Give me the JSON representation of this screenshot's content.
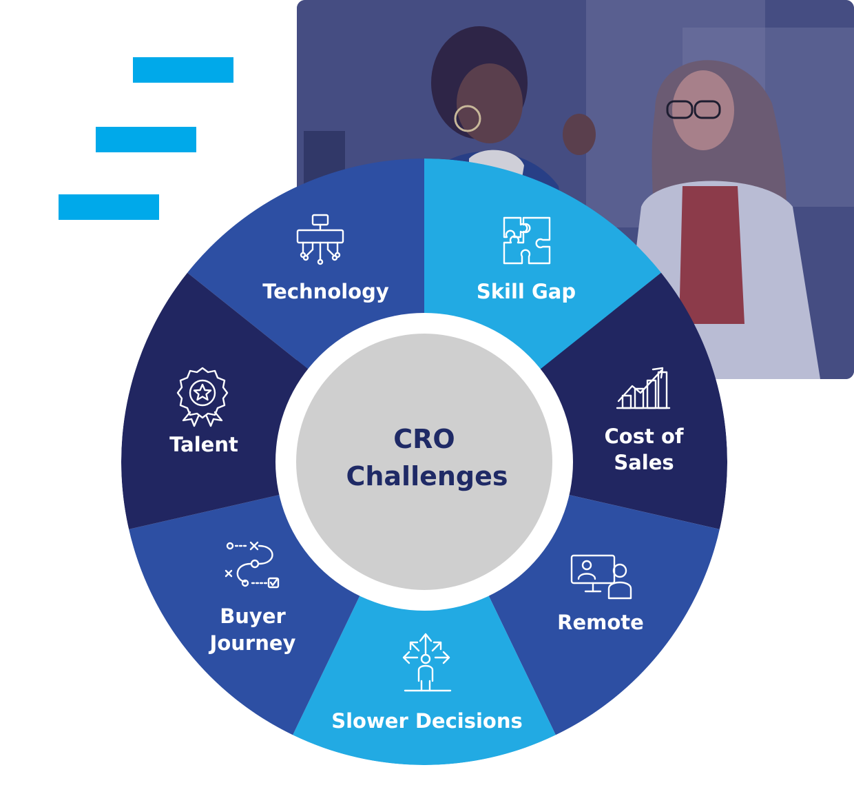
{
  "diagram": {
    "center": {
      "line1": "CRO",
      "line2": "Challenges",
      "fill": "#cfcfcf",
      "ring": "#ffffff"
    },
    "segments": [
      {
        "id": "technology",
        "lines": [
          "Technology"
        ],
        "icon": "circuit-flowchart-icon",
        "color": "#2d4fa3"
      },
      {
        "id": "skill-gap",
        "lines": [
          "Skill Gap"
        ],
        "icon": "puzzle-icon",
        "color": "#22aae3"
      },
      {
        "id": "cost-of-sales",
        "lines": [
          "Cost of",
          "Sales"
        ],
        "icon": "growth-chart-icon",
        "color": "#212661"
      },
      {
        "id": "remote",
        "lines": [
          "Remote"
        ],
        "icon": "video-call-icon",
        "color": "#2d4fa3"
      },
      {
        "id": "slower-decisions",
        "lines": [
          "Slower Decisions"
        ],
        "icon": "decision-arrows-icon",
        "color": "#22aae3"
      },
      {
        "id": "buyer-journey",
        "lines": [
          "Buyer",
          "Journey"
        ],
        "icon": "strategy-path-icon",
        "color": "#2d4fa3"
      },
      {
        "id": "talent",
        "lines": [
          "Talent"
        ],
        "icon": "award-badge-icon",
        "color": "#212661"
      }
    ]
  },
  "decor": {
    "accent_color": "#00a9ea",
    "photo": "photo-two-women-laughing"
  }
}
